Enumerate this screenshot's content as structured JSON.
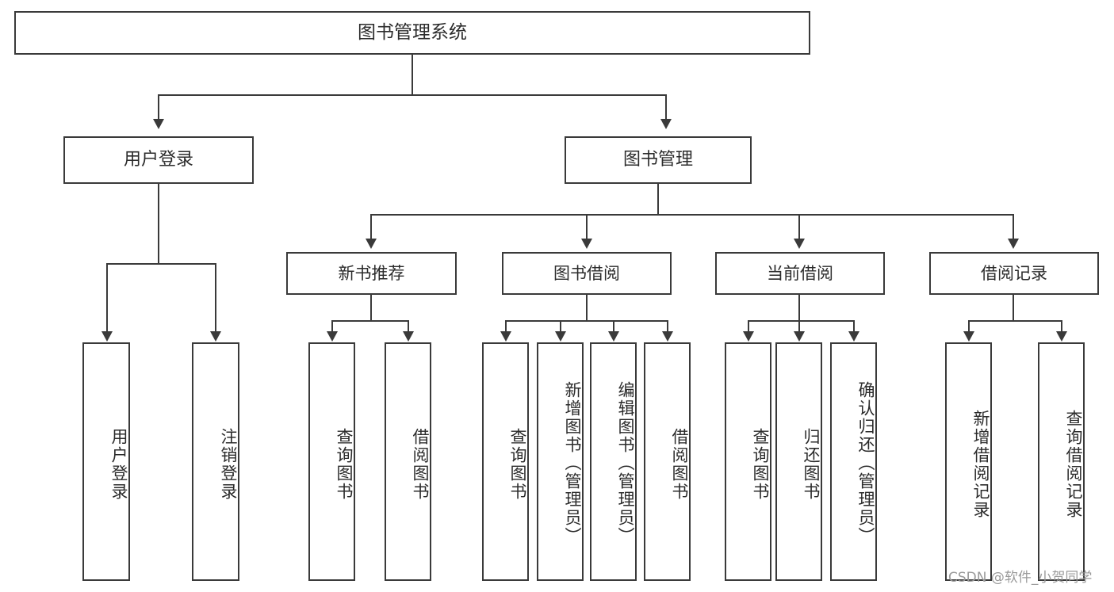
{
  "diagram": {
    "title": "图书管理系统",
    "type": "tree",
    "root": {
      "label": "图书管理系统"
    },
    "level1": [
      {
        "id": "user-login",
        "label": "用户登录"
      },
      {
        "id": "book-manage",
        "label": "图书管理"
      }
    ],
    "level2": [
      {
        "id": "new-book-rec",
        "label": "新书推荐",
        "parent": "book-manage"
      },
      {
        "id": "book-borrow",
        "label": "图书借阅",
        "parent": "book-manage"
      },
      {
        "id": "current-borrow",
        "label": "当前借阅",
        "parent": "book-manage"
      },
      {
        "id": "borrow-record",
        "label": "借阅记录",
        "parent": "book-manage"
      }
    ],
    "leaves": [
      {
        "id": "leaf-user-login",
        "label": "用户登录",
        "parent": "user-login"
      },
      {
        "id": "leaf-logout",
        "label": "注销登录",
        "parent": "user-login"
      },
      {
        "id": "leaf-query-book-1",
        "label": "查询图书",
        "parent": "new-book-rec"
      },
      {
        "id": "leaf-borrow-book-1",
        "label": "借阅图书",
        "parent": "new-book-rec"
      },
      {
        "id": "leaf-query-book-2",
        "label": "查询图书",
        "parent": "book-borrow"
      },
      {
        "id": "leaf-add-book",
        "label": "新增图书（管理员）",
        "parent": "book-borrow"
      },
      {
        "id": "leaf-edit-book",
        "label": "编辑图书（管理员）",
        "parent": "book-borrow"
      },
      {
        "id": "leaf-borrow-book-2",
        "label": "借阅图书",
        "parent": "book-borrow"
      },
      {
        "id": "leaf-query-book-3",
        "label": "查询图书",
        "parent": "current-borrow"
      },
      {
        "id": "leaf-return-book",
        "label": "归还图书",
        "parent": "current-borrow"
      },
      {
        "id": "leaf-confirm-return",
        "label": "确认归还（管理员）",
        "parent": "current-borrow"
      },
      {
        "id": "leaf-add-record",
        "label": "新增借阅记录",
        "parent": "borrow-record"
      },
      {
        "id": "leaf-query-record",
        "label": "查询借阅记录",
        "parent": "borrow-record"
      }
    ],
    "colors": {
      "border": "#3a3a3a",
      "fill": "#ffffff",
      "text": "#2b2b2b",
      "watermark": "#9a9a9a"
    }
  },
  "watermark": {
    "text": "CSDN @软件_小贺同学"
  }
}
